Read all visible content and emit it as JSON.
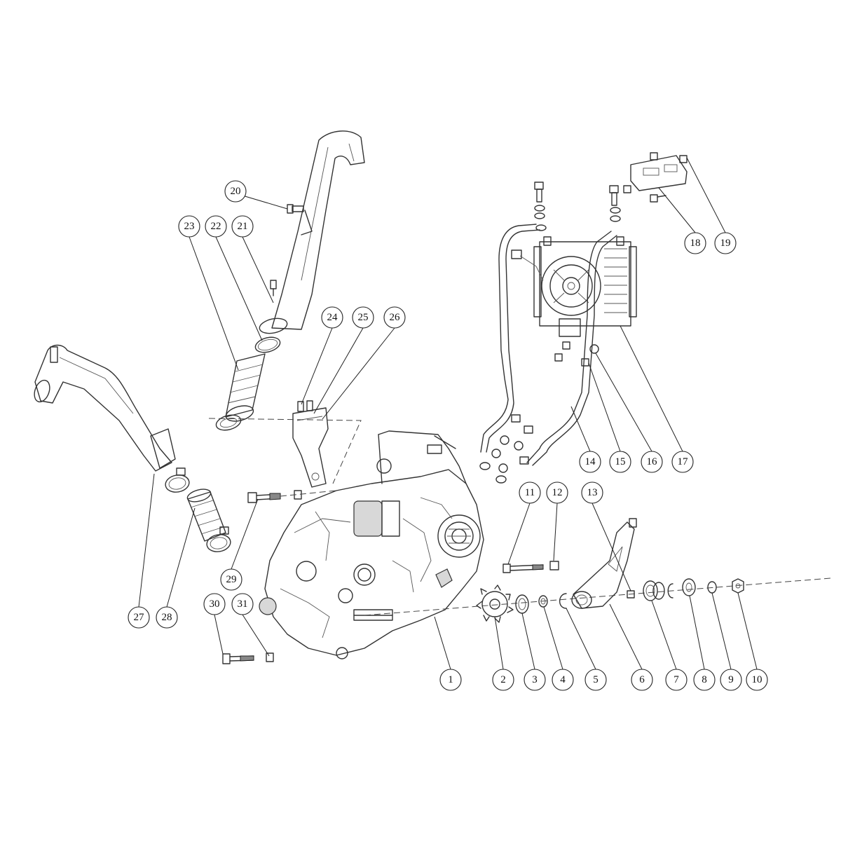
{
  "diagram": {
    "callouts": [
      {
        "id": "callout-1",
        "label": "1"
      },
      {
        "id": "callout-2",
        "label": "2"
      },
      {
        "id": "callout-3",
        "label": "3"
      },
      {
        "id": "callout-4",
        "label": "4"
      },
      {
        "id": "callout-5",
        "label": "5"
      },
      {
        "id": "callout-6",
        "label": "6"
      },
      {
        "id": "callout-7",
        "label": "7"
      },
      {
        "id": "callout-8",
        "label": "8"
      },
      {
        "id": "callout-9",
        "label": "9"
      },
      {
        "id": "callout-10",
        "label": "10"
      },
      {
        "id": "callout-11",
        "label": "11"
      },
      {
        "id": "callout-12",
        "label": "12"
      },
      {
        "id": "callout-13",
        "label": "13"
      },
      {
        "id": "callout-14",
        "label": "14"
      },
      {
        "id": "callout-15",
        "label": "15"
      },
      {
        "id": "callout-16",
        "label": "16"
      },
      {
        "id": "callout-17",
        "label": "17"
      },
      {
        "id": "callout-18",
        "label": "18"
      },
      {
        "id": "callout-19",
        "label": "19"
      },
      {
        "id": "callout-20",
        "label": "20"
      },
      {
        "id": "callout-21",
        "label": "21"
      },
      {
        "id": "callout-22",
        "label": "22"
      },
      {
        "id": "callout-23",
        "label": "23"
      },
      {
        "id": "callout-24",
        "label": "24"
      },
      {
        "id": "callout-25",
        "label": "25"
      },
      {
        "id": "callout-26",
        "label": "26"
      },
      {
        "id": "callout-27",
        "label": "27"
      },
      {
        "id": "callout-28",
        "label": "28"
      },
      {
        "id": "callout-29",
        "label": "29"
      },
      {
        "id": "callout-30",
        "label": "30"
      },
      {
        "id": "callout-31",
        "label": "31"
      }
    ]
  }
}
